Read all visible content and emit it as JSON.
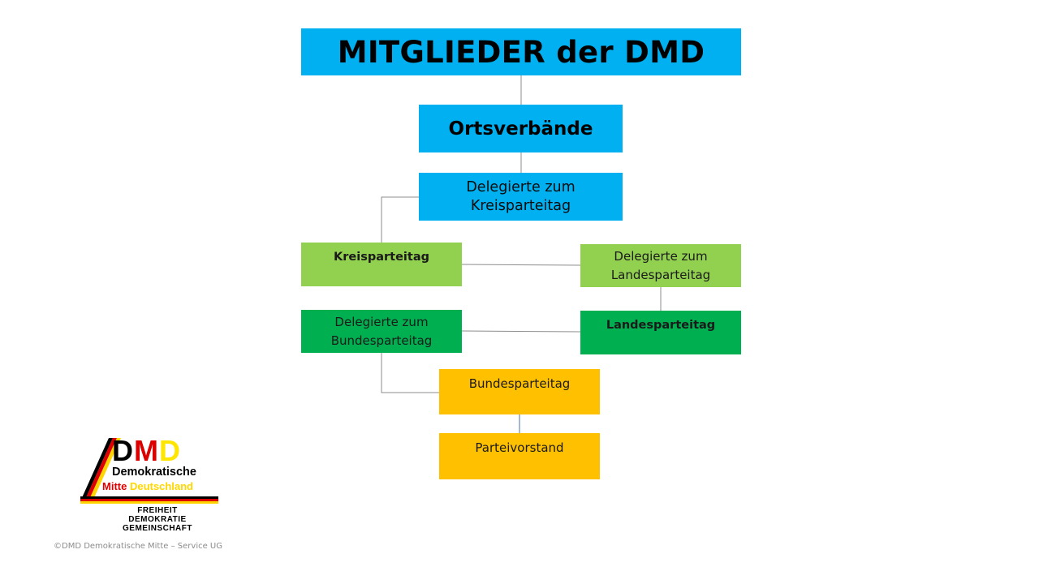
{
  "diagram": {
    "title": "MITGLIEDER der DMD",
    "ortsverbaende": "Ortsverbände",
    "delegierte_kreis": [
      "Delegierte zum",
      "Kreisparteitag"
    ],
    "kreisparteitag": "Kreisparteitag",
    "delegierte_land": [
      "Delegierte zum",
      "Landesparteitag"
    ],
    "delegierte_bund": [
      "Delegierte zum",
      "Bundesparteitag"
    ],
    "landesparteitag": "Landesparteitag",
    "bundesparteitag": "Bundesparteitag",
    "parteivorstand": "Parteivorstand"
  },
  "colors": {
    "blue": "#00b0f0",
    "light_green": "#92d050",
    "green": "#00b050",
    "orange": "#ffc000",
    "connector": "#8c8c8c"
  },
  "logo": {
    "letters": [
      "D",
      "M",
      "D"
    ],
    "line1": "Demokratische",
    "line2_mitte": "Mitte",
    "line2_deutschland": "Deutschland",
    "slogan": [
      "FREIHEIT",
      "DEMOKRATIE",
      "GEMEINSCHAFT"
    ]
  },
  "footer": {
    "copyright": "©DMD Demokratische Mitte – Service UG"
  }
}
